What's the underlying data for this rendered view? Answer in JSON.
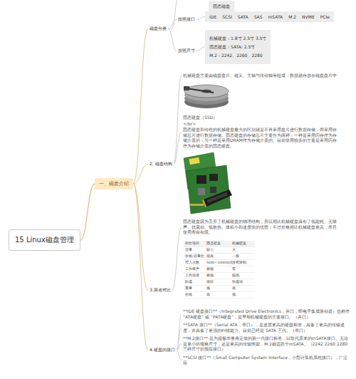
{
  "diagram": {
    "nodes": [
      {
        "text": [
          "15 Linux磁盘管理"
        ]
      },
      {
        "text": [
          "一、磁盘介绍"
        ]
      },
      {
        "text": [
          "磁盘分类"
        ]
      },
      {
        "text": [
          "固态磁盘"
        ]
      },
      {
        "text": [
          "按照接口"
        ]
      },
      {
        "text": [
          "IDE",
          "SCSI",
          "SATA",
          "SAS",
          "mSATA",
          "M.2",
          "NVME",
          "PCIe"
        ]
      },
      {
        "text": [
          "按照尺寸"
        ]
      },
      {
        "text": [
          "机械硬盘：1.8寸 2.5寸 3.5寸",
          "固态硬盘：SATA: 2.5寸",
          "M.2：2242、2260、2280"
        ]
      },
      {
        "text": [
          "2. 磁盘结构"
        ]
      },
      {
        "text": [
          "机械硬盘主要由磁盘盘片、磁头、主轴与传动轴等组成，数据就存放在磁盘盘片中"
        ]
      },
      {
        "text": [
          "固态硬盘（SSD）",
          "</br>",
          "固态硬盘和传统的机械硬盘最大的区别就是不再采用盘片进行数据存储，而采用存储芯片进行数据存储。固态硬盘的存储芯片主要分为两种：一种是采用闪存作为存储介质的；另一种是采用DRAM作为存储介质的。目前使用较多的主要是采用闪存作为存储介质的固态硬盘。"
        ]
      },
      {
        "text": [
          "3.两者对比"
        ]
      },
      {
        "text": [
          "固态硬盘因为丢弃了机械硬盘的物理结构，所以相比机械硬盘具有了低能耗、无噪声、抗震动、低散热、体积小和速度快的优势；不过价格相比机械硬盘更高，而且使用寿命有限。"
        ]
      },
      {
        "text": [
          "4.硬盘的接口"
        ]
      },
      {
        "text": [
          "**IDE 硬盘接口**（Integrated Drive Electronics，并口，即电子集成驱动器）也称作 “ATA硬盘” 或 “PATA硬盘”，是早期机械硬盘的主要接口。（并口）"
        ]
      },
      {
        "text": [
          "**SATA 接口**（Serial ATA，串口），是速度更高的硬盘标准，具备了更高的传输速度，并具备了更强的纠错能力。目前已经是 SATA 三代。（串口）"
        ]
      },
      {
        "text": [
          "**M.2接口** 是为超极本量身定做的新一代接口标准，以取代原来的mSATA接口。无论是更小的规格尺寸，还是更高的传输性能，M.2都远胜于mSATA。（2242 2260 2280 三种尺寸的预留接口）"
        ]
      },
      {
        "text": [
          "**SCSI 接口**（Small Computer System Interface，小型计算机系统接口），广泛应"
        ]
      }
    ],
    "edges": [
      {
        "from": 0,
        "to": 1,
        "arrow": "none"
      },
      {
        "from": 1,
        "to": 2,
        "arrow": "none"
      },
      {
        "from": 2,
        "to": 4,
        "arrow": "none"
      },
      {
        "from": 4,
        "to": 5,
        "arrow": "none"
      },
      {
        "from": 2,
        "to": 6,
        "arrow": "none"
      },
      {
        "from": 6,
        "to": 7,
        "arrow": "none"
      },
      {
        "from": 1,
        "to": 8,
        "arrow": "none"
      },
      {
        "from": 8,
        "to": 9,
        "arrow": "none"
      },
      {
        "from": 8,
        "to": 10,
        "arrow": "none"
      },
      {
        "from": 1,
        "to": 11,
        "arrow": "none"
      },
      {
        "from": 11,
        "to": 12,
        "arrow": "none"
      },
      {
        "from": 1,
        "to": 13,
        "arrow": "none"
      },
      {
        "from": 13,
        "to": 14,
        "arrow": "none"
      },
      {
        "from": 13,
        "to": 15,
        "arrow": "none"
      },
      {
        "from": 13,
        "to": 16,
        "arrow": "none"
      },
      {
        "from": 13,
        "to": 17,
        "arrow": "none"
      }
    ],
    "labels": [
      "对比项目",
      "固态硬盘",
      "机械硬盘",
      "容量",
      "较小",
      "大",
      "价格/容量比",
      "很高",
      "一般",
      "写入次数",
      "5000~100000次",
      "没有限制",
      "工作噪声",
      "极低",
      "有",
      "工作温度",
      "极低",
      "较高",
      "防震",
      "很好",
      "怕震动",
      "重量",
      "低",
      "高",
      "价格",
      "高",
      "低"
    ]
  }
}
